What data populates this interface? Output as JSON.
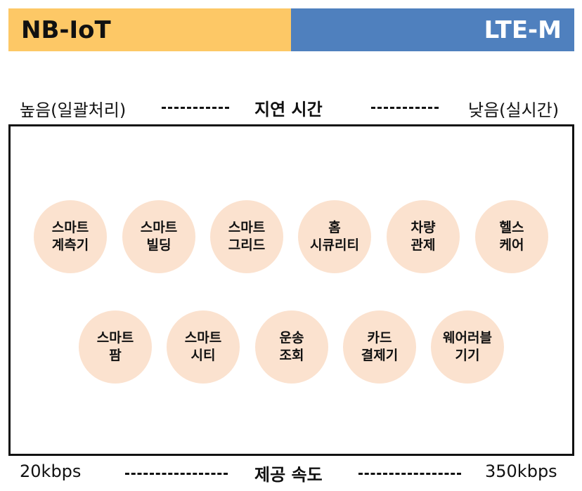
{
  "header": {
    "left_label": "NB-IoT",
    "right_label": "LTE-M"
  },
  "latency": {
    "left": "높음(일괄처리)",
    "title": "지연 시간",
    "right": "낮음(실시간)"
  },
  "speed": {
    "left": "20kbps",
    "title": "제공 속도",
    "right": "350kbps"
  },
  "use_cases_row1": [
    {
      "line1": "스마트",
      "line2": "계측기"
    },
    {
      "line1": "스마트",
      "line2": "빌딩"
    },
    {
      "line1": "스마트",
      "line2": "그리드"
    },
    {
      "line1": "홈",
      "line2": "시큐리티"
    },
    {
      "line1": "차량",
      "line2": "관제"
    },
    {
      "line1": "헬스",
      "line2": "케어"
    }
  ],
  "use_cases_row2": [
    {
      "line1": "스마트",
      "line2": "팜"
    },
    {
      "line1": "스마트",
      "line2": "시티"
    },
    {
      "line1": "운송",
      "line2": "조회"
    },
    {
      "line1": "카드",
      "line2": "결제기"
    },
    {
      "line1": "웨어러블",
      "line2": "기기"
    }
  ],
  "colors": {
    "nbiot": "#FDC866",
    "ltem": "#4F80BE",
    "circle": "#FBE2CF"
  }
}
